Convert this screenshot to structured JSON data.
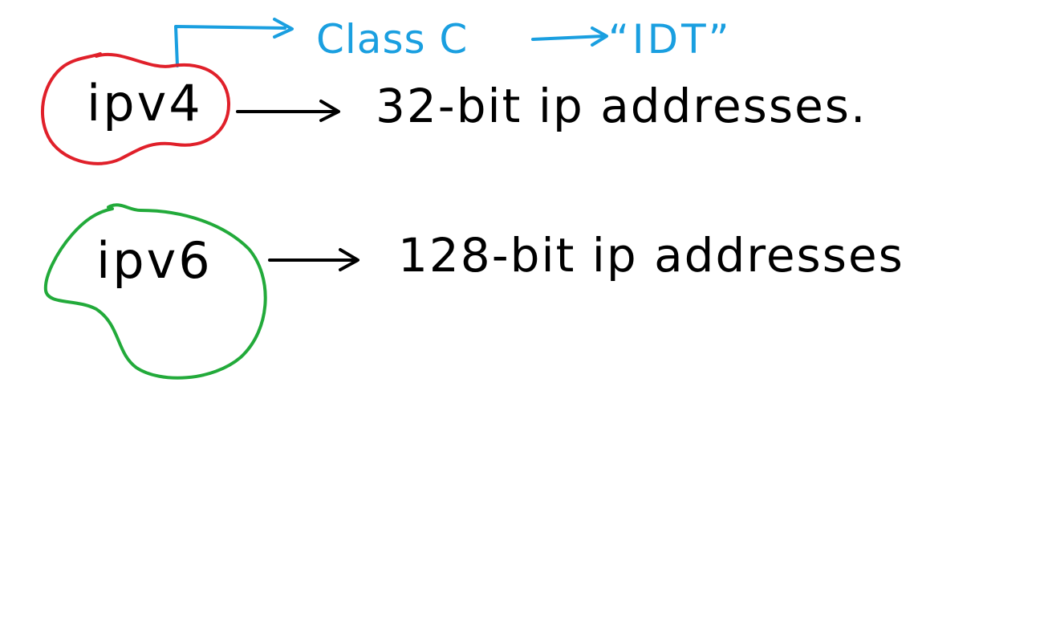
{
  "colors": {
    "ink": "#000000",
    "blue": "#1a9fe0",
    "red": "#e0202a",
    "green": "#22aa3a",
    "background": "#ffffff"
  },
  "notes": {
    "ipv4": {
      "label": "ipv4",
      "description": "32-bit ip addresses.",
      "circle_color": "red"
    },
    "ipv6": {
      "label": "ipv6",
      "description": "128-bit ip addresses",
      "circle_color": "green"
    },
    "annotation": {
      "class_label": "Class C",
      "quoted_label": "“IDT”"
    }
  }
}
